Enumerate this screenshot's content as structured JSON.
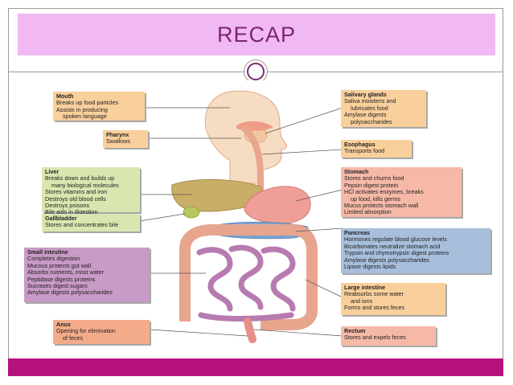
{
  "slide": {
    "title": "RECAP",
    "colors": {
      "title_bg": "#f0b9f3",
      "title_text": "#7b2574",
      "bottom_bar": "#b5127b",
      "ring": "#7a2a73"
    }
  },
  "labels": {
    "mouth": {
      "title": "Mouth",
      "lines": [
        "Breaks up food particles",
        "Assists in producing",
        "spoken language"
      ]
    },
    "pharynx": {
      "title": "Pharynx",
      "lines": [
        "Swallows"
      ]
    },
    "liver": {
      "title": "Liver",
      "lines": [
        "Breaks down and builds up",
        "many biological molecules",
        "Stores vitamins and iron",
        "Destroys old blood cells",
        "Destroys poisons",
        "Bile aids in digestion"
      ]
    },
    "gallbladder": {
      "title": "Gallbladder",
      "lines": [
        "Stores and concentrates bile"
      ]
    },
    "small_intestine": {
      "title": "Small intestine",
      "lines": [
        "Completes digestion",
        "Mucous protects gut wall",
        "Absorbs nutrients, most water",
        "Peptidase digests proteins",
        "Sucrases digest sugars",
        "Amylase digests polysaccharides"
      ]
    },
    "anus": {
      "title": "Anus",
      "lines": [
        "Opening for elimination",
        "of feces"
      ]
    },
    "salivary_glands": {
      "title": "Salivary glands",
      "lines": [
        "Saliva moistens and",
        "lubricates food",
        "Amylase digests",
        "polysaccharides"
      ]
    },
    "esophagus": {
      "title": "Esophagus",
      "lines": [
        "Transports food"
      ]
    },
    "stomach": {
      "title": "Stomach",
      "lines": [
        "Stores and churns food",
        "Pepsin digest protein",
        "HCl activates enzymes, breaks",
        "up food, kills germs",
        "Mucus protects stomach wall",
        "Limited absorption"
      ]
    },
    "pancreas": {
      "title": "Pancreas",
      "lines": [
        "Hormones regulate blood glucose levels",
        "Bicarbonates neutralize stomach acid",
        "Trypsin and chymotrypsin digest proteins",
        "Amylase digests polysaccharides",
        "Lipase digests lipids"
      ]
    },
    "large_intestine": {
      "title": "Large intestine",
      "lines": [
        "Reabsorbs some water",
        "and ions",
        "Forms and stores feces"
      ]
    },
    "rectum": {
      "title": "Rectum",
      "lines": [
        "Stores and expels feces"
      ]
    }
  }
}
